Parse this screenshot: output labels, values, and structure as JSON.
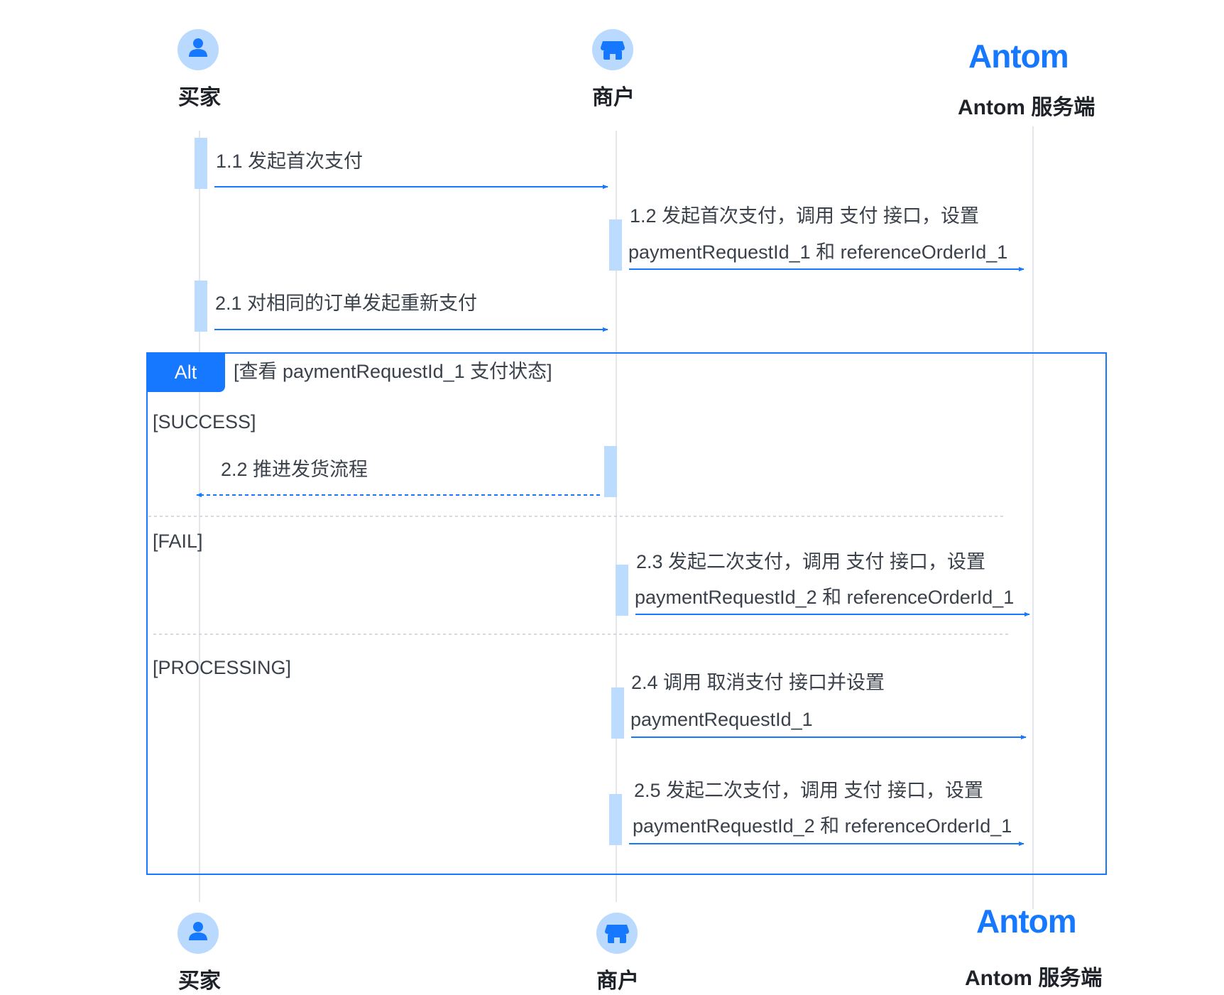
{
  "actors": {
    "buyer": "买家",
    "merchant": "商户",
    "antom_logo": "Antom",
    "antom_server": "Antom 服务端"
  },
  "messages": {
    "m1_1": "1.1 发起首次支付",
    "m1_2_line1": "1.2 发起首次支付，调用 支付 接口，设置",
    "m1_2_line2": "paymentRequestId_1 和 referenceOrderId_1",
    "m2_1": "2.1 对相同的订单发起重新支付",
    "m2_2": "2.2 推进发货流程",
    "m2_3_line1": "2.3 发起二次支付，调用 支付 接口，设置",
    "m2_3_line2": "paymentRequestId_2 和 referenceOrderId_1",
    "m2_4_line1": "2.4 调用 取消支付 接口并设置",
    "m2_4_line2": "paymentRequestId_1",
    "m2_5_line1": "2.5 发起二次支付，调用 支付 接口，设置",
    "m2_5_line2": "paymentRequestId_2 和 referenceOrderId_1"
  },
  "alt": {
    "tag": "Alt",
    "condition": "[查看 paymentRequestId_1 支付状态]",
    "guard_success": "[SUCCESS]",
    "guard_fail": "[FAIL]",
    "guard_processing": "[PROCESSING]"
  },
  "colors": {
    "accent": "#1677ff",
    "activation": "#bcdcff",
    "lifeline": "#e3e6ea",
    "icon_bg": "#b9d9ff"
  },
  "icons": {
    "buyer": "person-icon",
    "merchant": "store-icon"
  }
}
